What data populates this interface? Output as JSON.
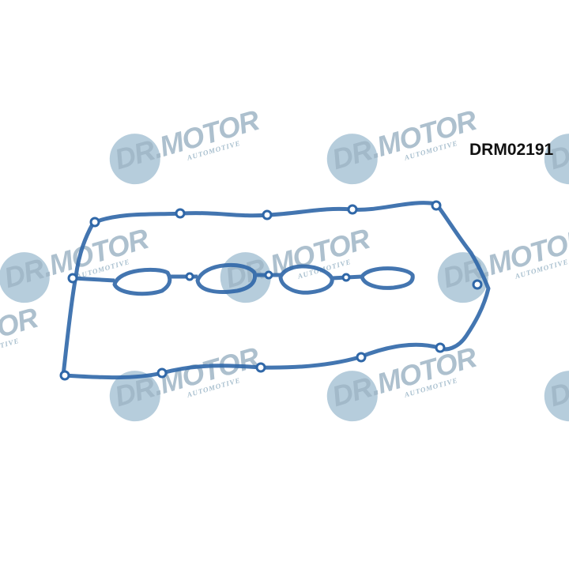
{
  "product_code": "DRM02191",
  "watermark": {
    "brand": "DR.MOTOR",
    "sub": "AUTOMOTIVE"
  },
  "colors": {
    "gasket": "#3a6fae",
    "watermark": "#a9c4d6"
  }
}
